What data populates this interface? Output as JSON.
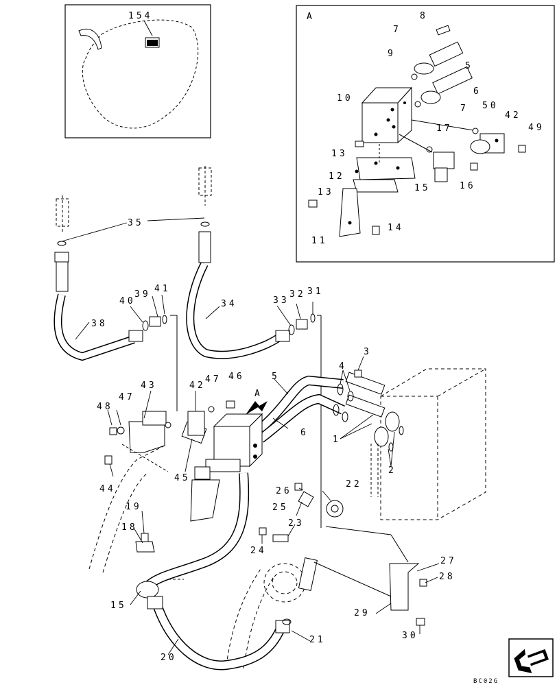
{
  "diagram": {
    "inset_a_label": "A",
    "view_arrow_label": "A",
    "sheet_code": "BC02G",
    "callouts": [
      {
        "id": "c154",
        "text": "154"
      },
      {
        "id": "c8",
        "text": "8"
      },
      {
        "id": "c7a",
        "text": "7"
      },
      {
        "id": "c9",
        "text": "9"
      },
      {
        "id": "c5a",
        "text": "5"
      },
      {
        "id": "c10",
        "text": "10"
      },
      {
        "id": "c6a",
        "text": "6"
      },
      {
        "id": "c7b",
        "text": "7"
      },
      {
        "id": "c50",
        "text": "50"
      },
      {
        "id": "c42",
        "text": "42"
      },
      {
        "id": "c17",
        "text": "17"
      },
      {
        "id": "c49",
        "text": "49"
      },
      {
        "id": "c13a",
        "text": "13"
      },
      {
        "id": "c12",
        "text": "12"
      },
      {
        "id": "c15a",
        "text": "15"
      },
      {
        "id": "c16",
        "text": "16"
      },
      {
        "id": "c13b",
        "text": "13"
      },
      {
        "id": "c14",
        "text": "14"
      },
      {
        "id": "c11",
        "text": "11"
      },
      {
        "id": "c35",
        "text": "35"
      },
      {
        "id": "c40",
        "text": "40"
      },
      {
        "id": "c39",
        "text": "39"
      },
      {
        "id": "c41",
        "text": "41"
      },
      {
        "id": "c33",
        "text": "33"
      },
      {
        "id": "c32",
        "text": "32"
      },
      {
        "id": "c31",
        "text": "31"
      },
      {
        "id": "c38",
        "text": "38"
      },
      {
        "id": "c34",
        "text": "34"
      },
      {
        "id": "c3",
        "text": "3"
      },
      {
        "id": "c4",
        "text": "4"
      },
      {
        "id": "c43",
        "text": "43"
      },
      {
        "id": "c42b",
        "text": "42"
      },
      {
        "id": "c47a",
        "text": "47"
      },
      {
        "id": "c46",
        "text": "46"
      },
      {
        "id": "c5b",
        "text": "5"
      },
      {
        "id": "c48",
        "text": "48"
      },
      {
        "id": "c47b",
        "text": "47"
      },
      {
        "id": "c6b",
        "text": "6"
      },
      {
        "id": "c1",
        "text": "1"
      },
      {
        "id": "c2",
        "text": "2"
      },
      {
        "id": "c45",
        "text": "45"
      },
      {
        "id": "c44",
        "text": "44"
      },
      {
        "id": "c26",
        "text": "26"
      },
      {
        "id": "c22",
        "text": "22"
      },
      {
        "id": "c25",
        "text": "25"
      },
      {
        "id": "c19",
        "text": "19"
      },
      {
        "id": "c23",
        "text": "23"
      },
      {
        "id": "c18",
        "text": "18"
      },
      {
        "id": "c24",
        "text": "24"
      },
      {
        "id": "c27",
        "text": "27"
      },
      {
        "id": "c28",
        "text": "28"
      },
      {
        "id": "c15b",
        "text": "15"
      },
      {
        "id": "c29",
        "text": "29"
      },
      {
        "id": "c30",
        "text": "30"
      },
      {
        "id": "c21",
        "text": "21"
      },
      {
        "id": "c20",
        "text": "20"
      }
    ]
  }
}
